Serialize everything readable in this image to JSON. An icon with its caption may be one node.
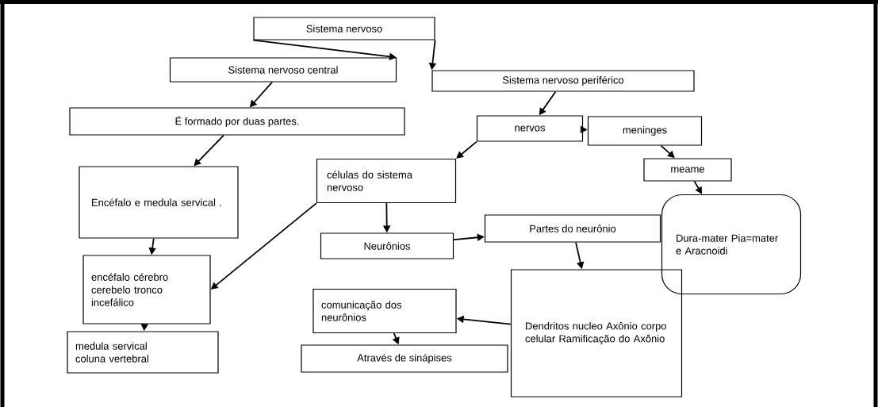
{
  "diagram": {
    "nodes": [
      {
        "text": [
          "Sistema nervoso"
        ]
      },
      {
        "text": [
          "Sistema nervoso central"
        ]
      },
      {
        "text": [
          "Sistema nervoso periférico"
        ]
      },
      {
        "text": [
          "É formado por duas partes."
        ]
      },
      {
        "text": [
          "Encéfalo e medula servical ."
        ]
      },
      {
        "text": [
          "encéfalo cérebro cerebelo tronco incefálico"
        ]
      },
      {
        "text": [
          "medula servical",
          "coluna vertebral"
        ]
      },
      {
        "text": [
          "nervos"
        ]
      },
      {
        "text": [
          "meninges"
        ]
      },
      {
        "text": [
          "meame"
        ]
      },
      {
        "text": [
          "Dura-mater Pia=mater e Aracnoidi"
        ]
      },
      {
        "text": [
          "células do sistema nervoso"
        ]
      },
      {
        "text": [
          "Neurônios"
        ]
      },
      {
        "text": [
          "Partes do neurônio"
        ]
      },
      {
        "text": [
          "Dendritos nucleo Axônio corpo celular Ramificação do Axônio"
        ]
      },
      {
        "text": [
          "comunicação dos neurônios"
        ]
      },
      {
        "text": [
          "Através de sinápises"
        ]
      }
    ],
    "edges": [
      {
        "from": 0,
        "to": 1,
        "arrow": "to"
      },
      {
        "from": 0,
        "to": 2,
        "arrow": "to"
      },
      {
        "from": 1,
        "to": 3,
        "arrow": "to"
      },
      {
        "from": 3,
        "to": 4,
        "arrow": "to"
      },
      {
        "from": 4,
        "to": 5,
        "arrow": "to"
      },
      {
        "from": 5,
        "to": 6,
        "arrow": "to"
      },
      {
        "from": 2,
        "to": 7,
        "arrow": "to"
      },
      {
        "from": 7,
        "to": 8,
        "arrow": "to"
      },
      {
        "from": 7,
        "to": 11,
        "arrow": "to"
      },
      {
        "from": 8,
        "to": 9,
        "arrow": "to"
      },
      {
        "from": 9,
        "to": 10,
        "arrow": "to"
      },
      {
        "from": 11,
        "to": 12,
        "arrow": "to"
      },
      {
        "from": 11,
        "to": 5,
        "arrow": "to"
      },
      {
        "from": 12,
        "to": 13,
        "arrow": "to"
      },
      {
        "from": 13,
        "to": 14,
        "arrow": "to"
      },
      {
        "from": 14,
        "to": 15,
        "arrow": "to"
      },
      {
        "from": 15,
        "to": 16,
        "arrow": "to"
      }
    ]
  }
}
